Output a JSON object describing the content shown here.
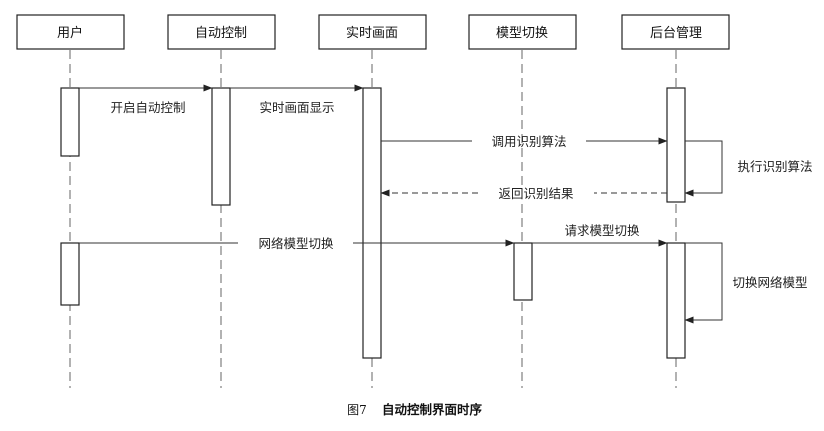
{
  "participants": [
    {
      "id": "user",
      "label": "用户"
    },
    {
      "id": "auto",
      "label": "自动控制"
    },
    {
      "id": "realtime",
      "label": "实时画面"
    },
    {
      "id": "model",
      "label": "模型切换"
    },
    {
      "id": "admin",
      "label": "后台管理"
    }
  ],
  "messages": [
    {
      "id": "m1",
      "from": "user",
      "to": "auto",
      "label": "开启自动控制",
      "style": "solid"
    },
    {
      "id": "m2",
      "from": "auto",
      "to": "realtime",
      "label": "实时画面显示",
      "style": "solid"
    },
    {
      "id": "m3",
      "from": "realtime",
      "to": "admin",
      "label": "调用识别算法",
      "style": "solid"
    },
    {
      "id": "m4",
      "from": "admin",
      "to": "admin",
      "label": "执行识别算法",
      "style": "self"
    },
    {
      "id": "m5",
      "from": "admin",
      "to": "realtime",
      "label": "返回识别结果",
      "style": "dashed"
    },
    {
      "id": "m6",
      "from": "user",
      "to": "model",
      "label": "网络模型切换",
      "style": "solid"
    },
    {
      "id": "m7",
      "from": "model",
      "to": "admin",
      "label": "请求模型切换",
      "style": "solid"
    },
    {
      "id": "m8",
      "from": "admin",
      "to": "admin",
      "label": "切换网络模型",
      "style": "self"
    }
  ],
  "caption": {
    "figure_number": "图7",
    "title": "自动控制界面时序"
  }
}
